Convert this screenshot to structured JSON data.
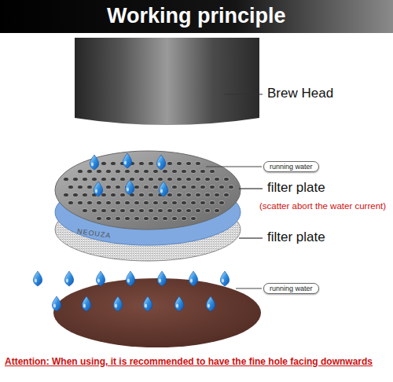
{
  "diagram": {
    "title": "Working principle",
    "nodes": [
      {
        "text": [
          "running water"
        ]
      },
      {
        "text": [
          "running water"
        ]
      }
    ],
    "labels": [
      "Brew Head",
      "filter plate",
      "(scatter abort the water current)",
      "filter plate",
      "NEOUZA",
      "Attention: When using, it is recommended to have the fine hole facing downwards"
    ]
  }
}
